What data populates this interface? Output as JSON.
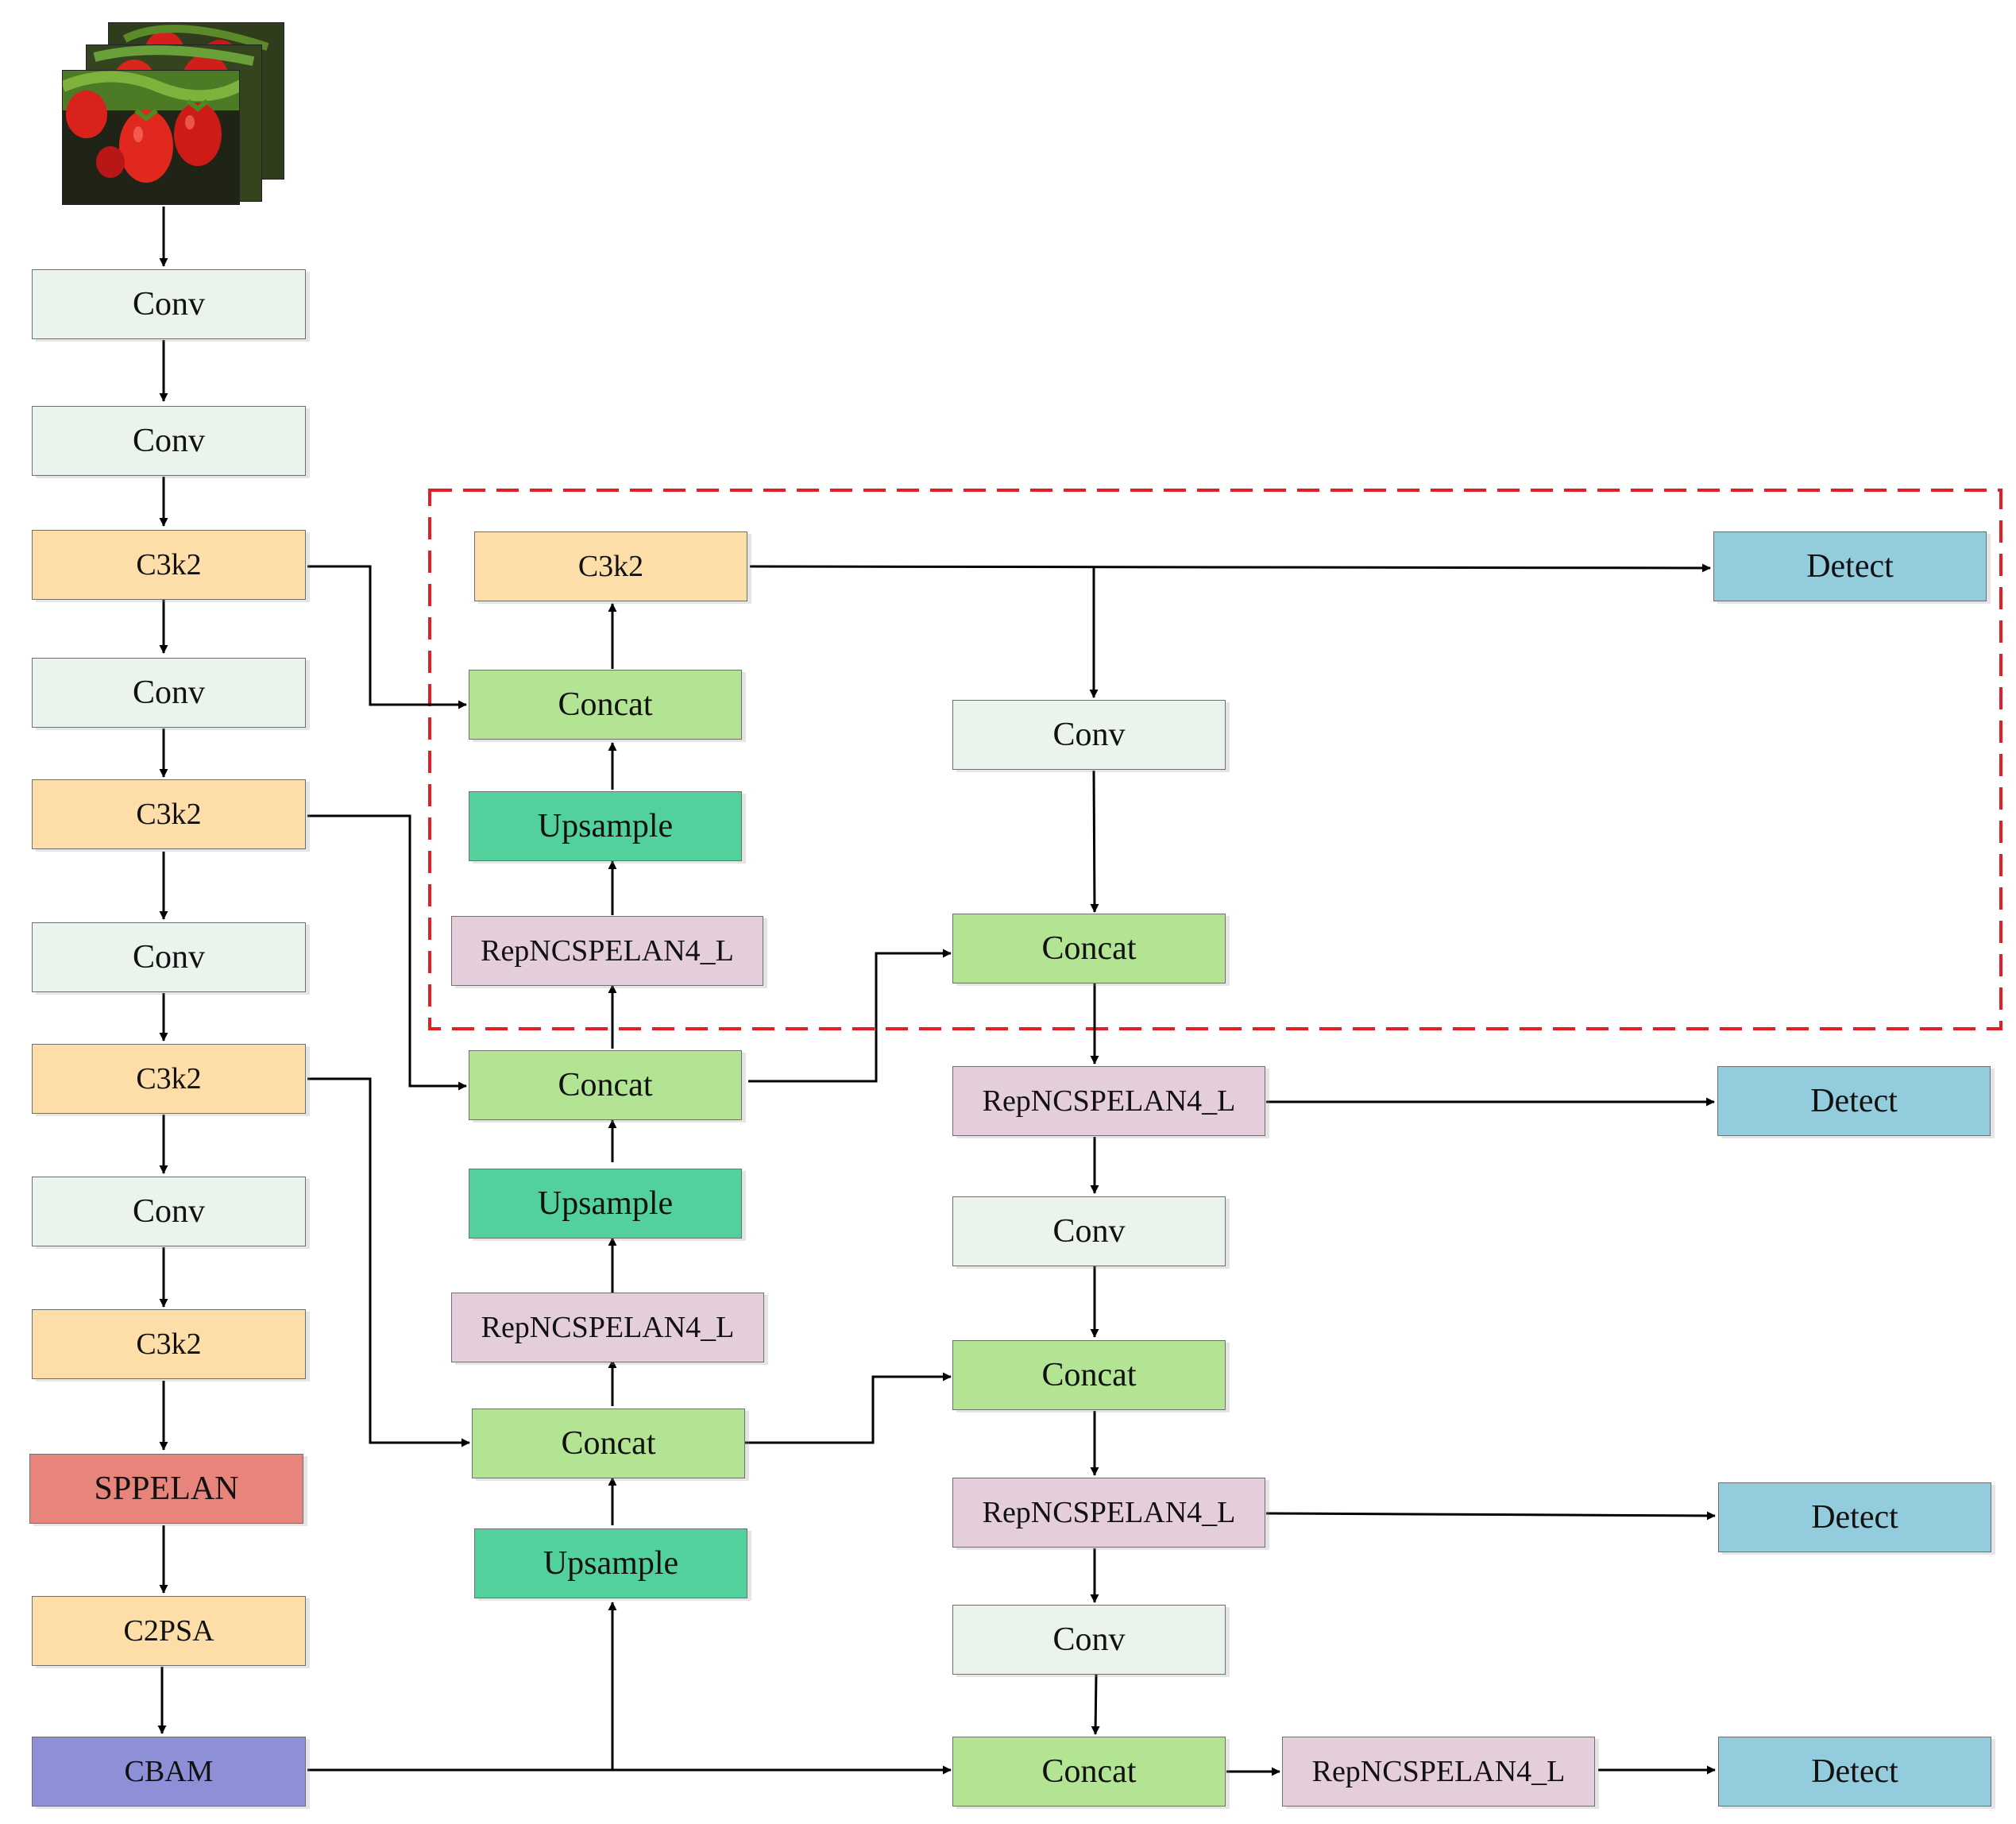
{
  "labels": {
    "conv": "Conv",
    "c3k2": "C3k2",
    "concat": "Concat",
    "upsample": "Upsample",
    "rep": "RepNCSPELAN4_L",
    "detect": "Detect",
    "sppelan": "SPPELAN",
    "c2psa": "C2PSA",
    "cbam": "CBAM"
  },
  "colors": {
    "conv": "#ebf4ec",
    "c3k2": "#fddea8",
    "concat": "#b2e494",
    "upsample": "#53d19d",
    "rep": "#e5cedc",
    "detect": "#93cddd",
    "sppelan": "#e7847b",
    "cbam": "#8d90d6",
    "highlight_box": "#e51e25"
  },
  "input_image": "strawberry-photo-stack"
}
